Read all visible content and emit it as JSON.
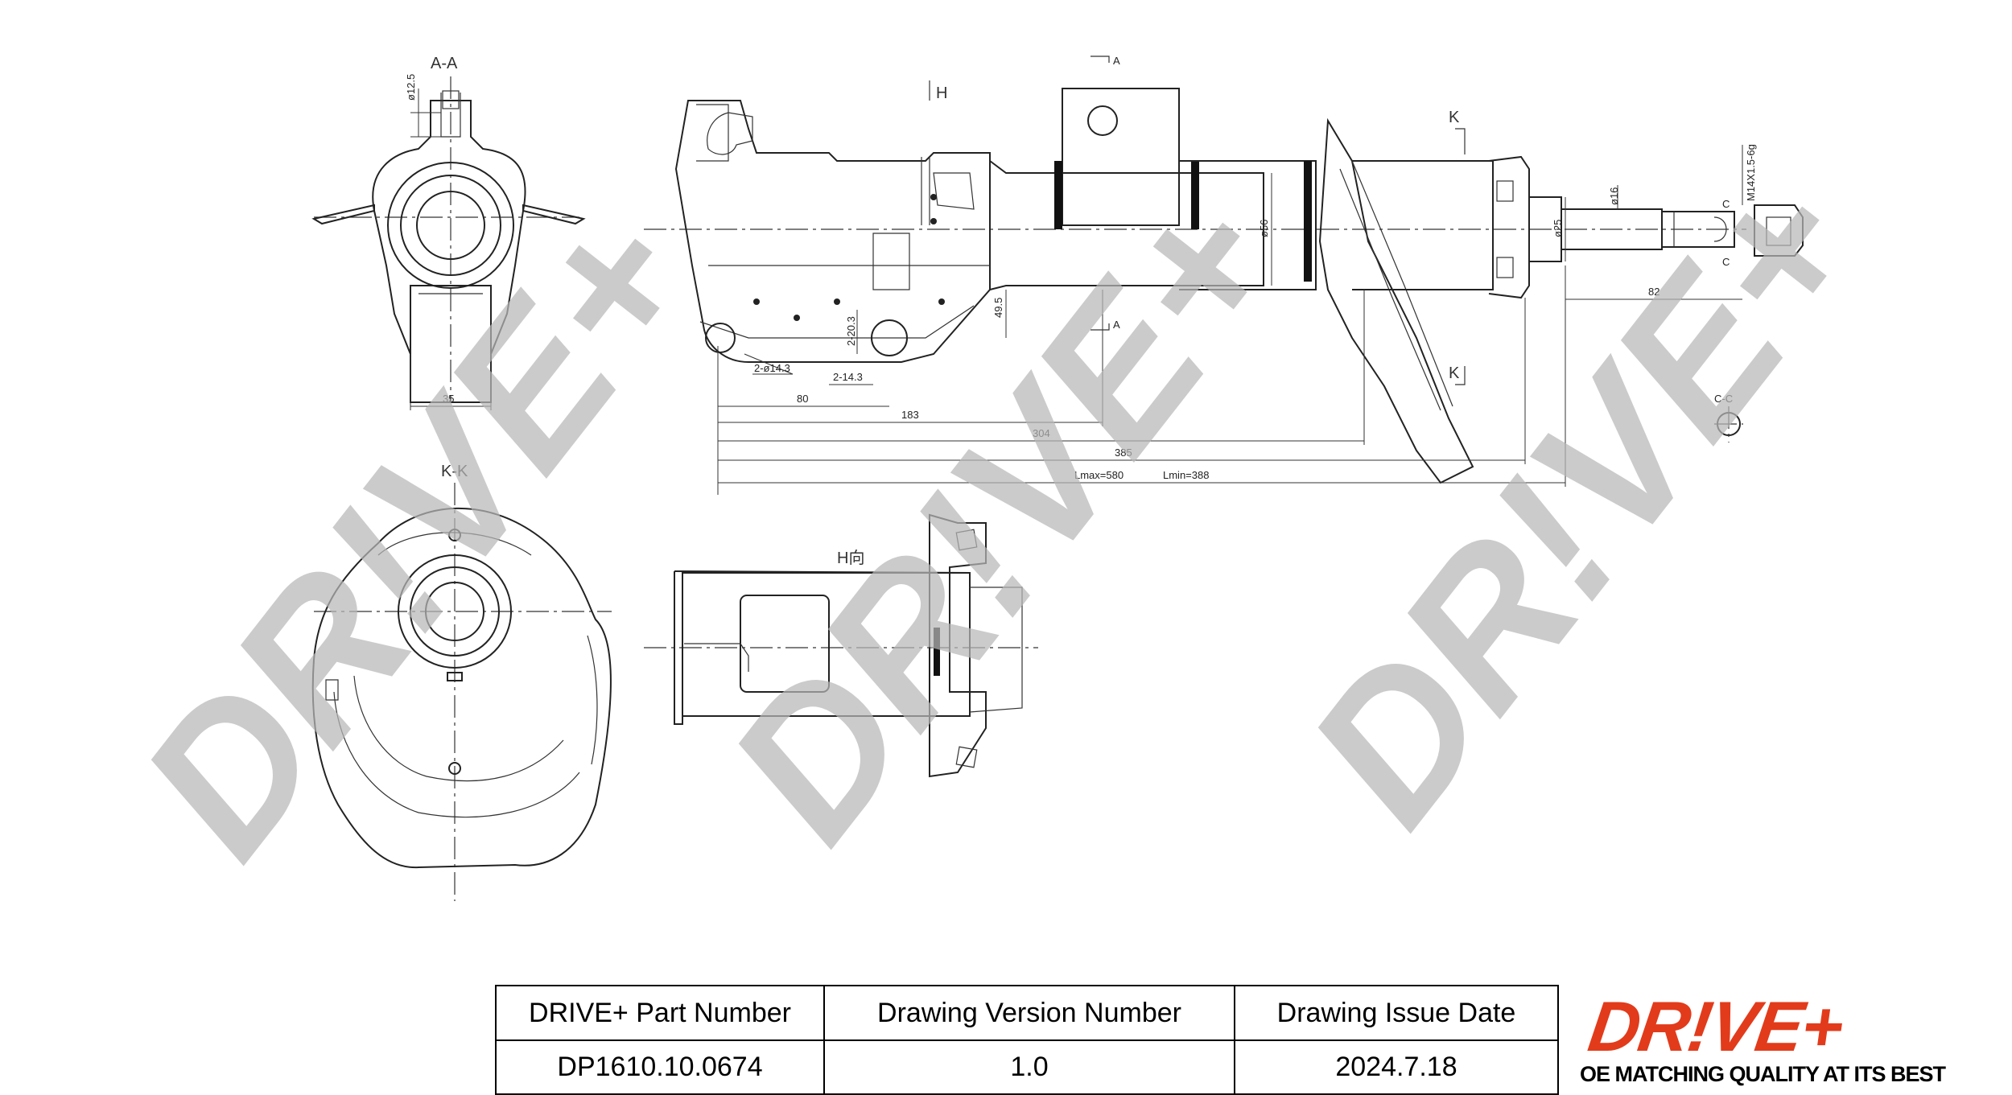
{
  "watermark": {
    "text": "DR!VE+",
    "color": "#b7b7b7"
  },
  "views": {
    "section_aa": "A-A",
    "section_kk": "K-K",
    "view_h": "H向",
    "section_cc": "C-C",
    "arrow_h": "H",
    "arrow_k_top": "K",
    "arrow_k_bottom": "K",
    "arrow_a_top": "A",
    "arrow_a_bottom": "A",
    "mark_c_top": "C",
    "mark_c_bottom": "C"
  },
  "dimensions": {
    "d_12_5": "ø12.5",
    "d_35": "35",
    "d_2_phi_14_3": "2-ø14.3",
    "d_2_20_3": "2-20.3",
    "d_2_14_3": "2-14.3",
    "d_49_5": "49.5",
    "d_80": "80",
    "d_183": "183",
    "d_304": "304",
    "d_385": "385",
    "d_lmax": "Lmax=580",
    "d_lmin": "Lmin=388",
    "d_56": "ø56",
    "d_25": "ø25",
    "d_16": "ø16",
    "d_82": "82",
    "d_thread": "M14X1.5-6g"
  },
  "title_block": {
    "part_number_label": "DRIVE+ Part Number",
    "version_label": "Drawing Version Number",
    "issue_date_label": "Drawing Issue Date",
    "part_number": "DP1610.10.0674",
    "version": "1.0",
    "issue_date": "2024.7.18"
  },
  "brand": {
    "logo": "DR!VE+",
    "slogan": "OE MATCHING QUALITY AT ITS BEST",
    "color": "#e23b1b"
  }
}
